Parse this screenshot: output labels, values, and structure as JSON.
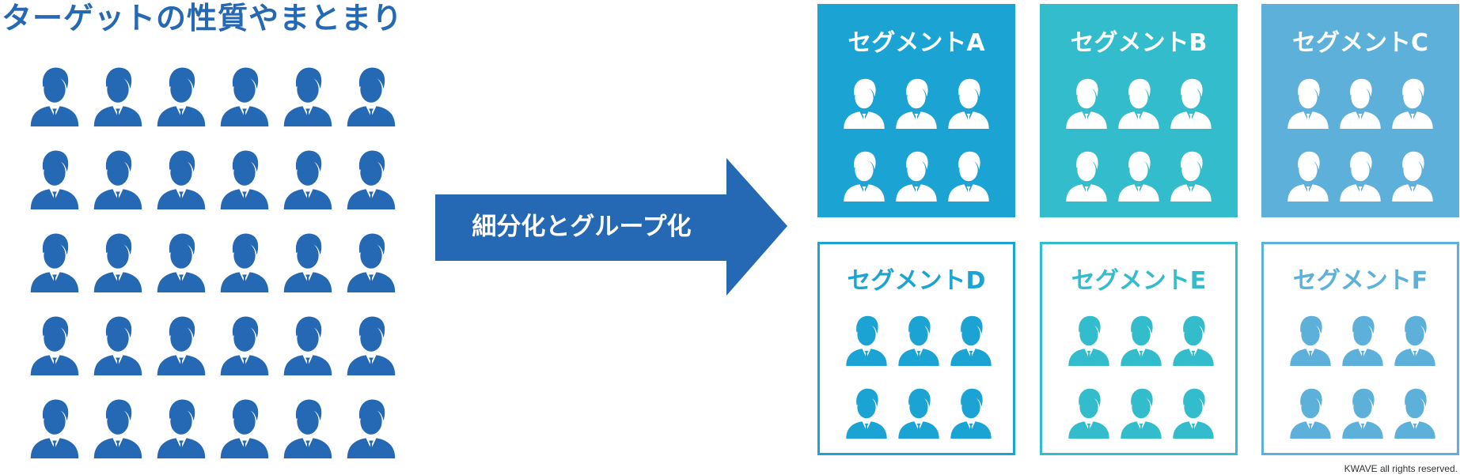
{
  "title": "ターゲットの性質やまとまり",
  "arrow_label": "細分化とグループ化",
  "segments": [
    {
      "label": "セグメントA",
      "color": "#1ba3d4",
      "style": "filled"
    },
    {
      "label": "セグメントB",
      "color": "#33bccb",
      "style": "filled"
    },
    {
      "label": "セグメントC",
      "color": "#5cb0d9",
      "style": "filled"
    },
    {
      "label": "セグメントD",
      "color": "#1ba3d4",
      "style": "outline"
    },
    {
      "label": "セグメントE",
      "color": "#33bccb",
      "style": "outline"
    },
    {
      "label": "セグメントF",
      "color": "#5cb0d9",
      "style": "outline"
    }
  ],
  "people_count": 30,
  "people_per_segment": 6,
  "colors": {
    "primary": "#2568b4",
    "white": "#ffffff"
  },
  "copyright": "KWAVE all rights reserved."
}
